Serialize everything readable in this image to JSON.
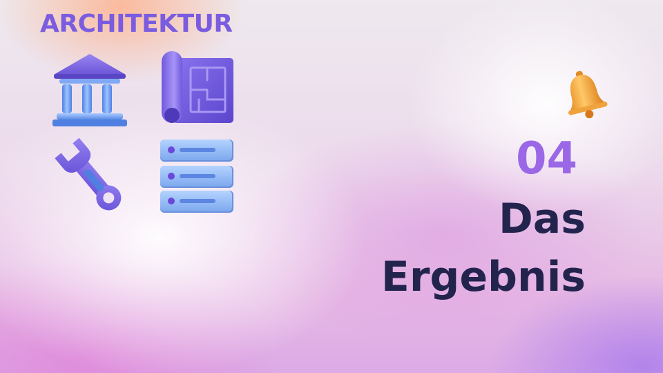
{
  "slide": {
    "title": "ARCHITEKTUR",
    "section_number": "04",
    "section_title_lines": [
      "Das",
      "Ergebnis"
    ]
  },
  "icons": [
    "bank-icon",
    "blueprint-icon",
    "wrench-icon",
    "server-icon",
    "bell-icon"
  ],
  "colors": {
    "title": "#7a5ce0",
    "number": "#9a68e6",
    "heading": "#23244e"
  }
}
